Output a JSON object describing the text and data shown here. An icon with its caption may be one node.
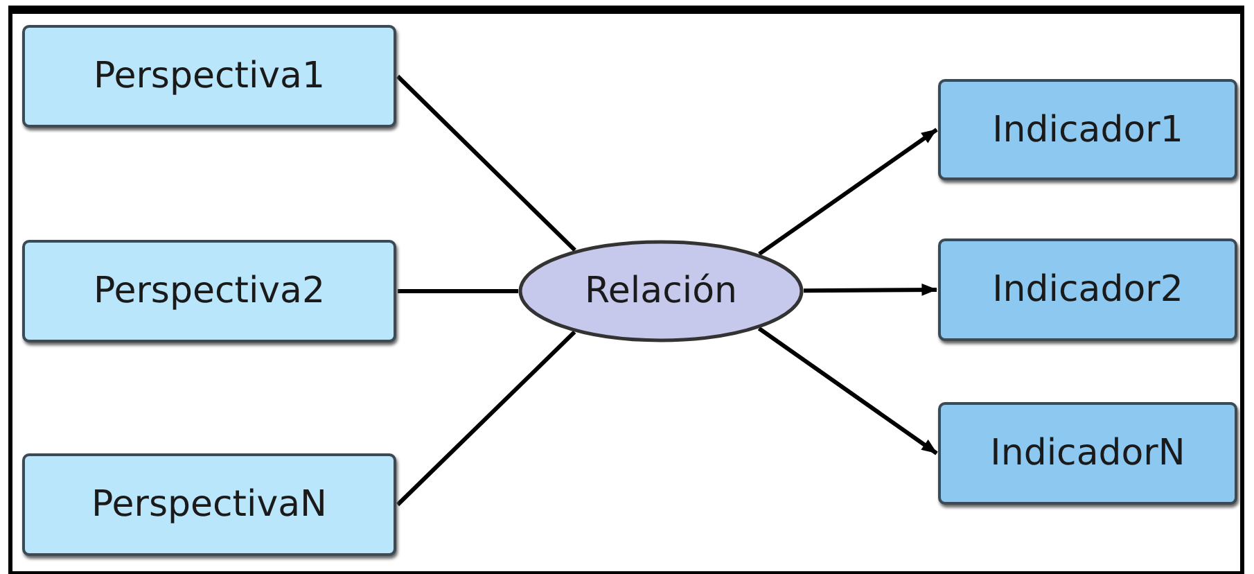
{
  "diagram": {
    "nodes": [
      {
        "text": [
          "Perspectiva1"
        ]
      },
      {
        "text": [
          "Perspectiva2"
        ]
      },
      {
        "text": [
          "PerspectivaN"
        ]
      },
      {
        "text": [
          "Relación"
        ]
      },
      {
        "text": [
          "Indicador1"
        ]
      },
      {
        "text": [
          "Indicador2"
        ]
      },
      {
        "text": [
          "IndicadorN"
        ]
      }
    ],
    "edges": [
      {
        "from": 0,
        "to": 3,
        "arrow": "none"
      },
      {
        "from": 1,
        "to": 3,
        "arrow": "none"
      },
      {
        "from": 2,
        "to": 3,
        "arrow": "none"
      },
      {
        "from": 3,
        "to": 4,
        "arrow": "to"
      },
      {
        "from": 3,
        "to": 5,
        "arrow": "to"
      },
      {
        "from": 3,
        "to": 6,
        "arrow": "to"
      }
    ]
  }
}
